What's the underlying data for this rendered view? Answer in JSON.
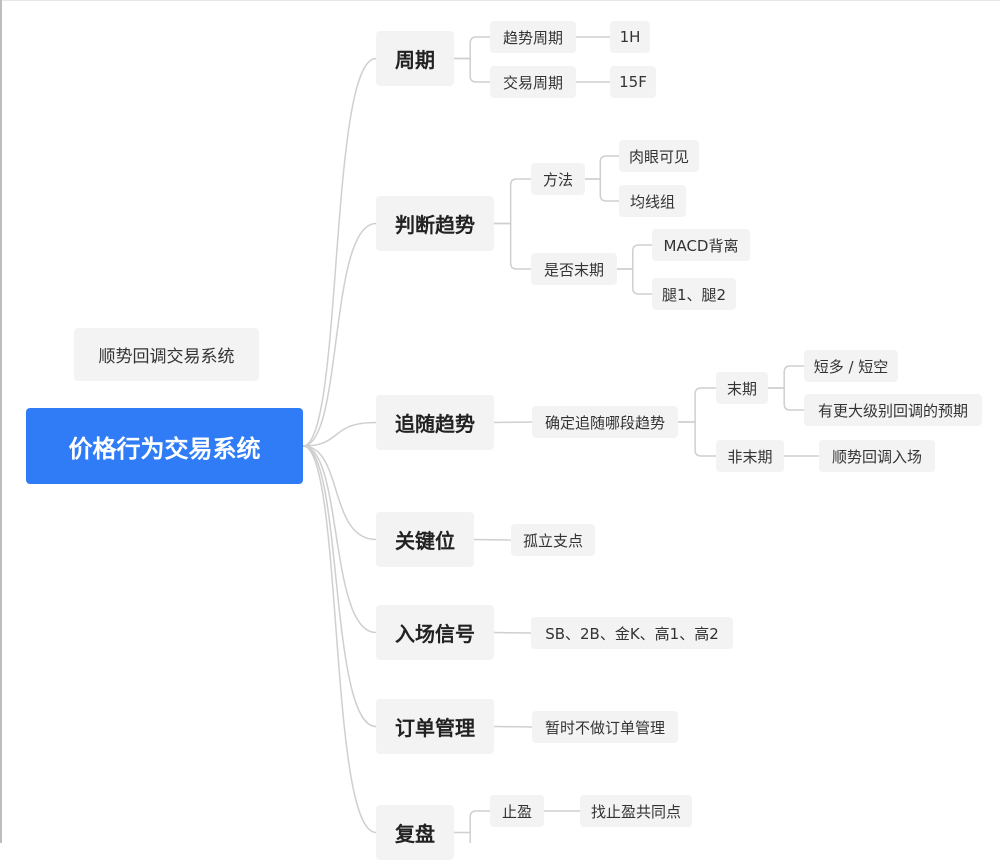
{
  "root": {
    "label": "价格行为交易系统",
    "color": "#2f7cf6"
  },
  "floating_title": "顺势回调交易系统",
  "branches": {
    "cycle": {
      "label": "周期",
      "trend_cycle": {
        "label": "趋势周期",
        "value": "1H"
      },
      "trade_cycle": {
        "label": "交易周期",
        "value": "15F"
      }
    },
    "judge_trend": {
      "label": "判断趋势",
      "method": {
        "label": "方法",
        "children": [
          "肉眼可见",
          "均线组"
        ]
      },
      "is_end": {
        "label": "是否末期",
        "children": [
          "MACD背离",
          "腿1、腿2"
        ]
      }
    },
    "follow_trend": {
      "label": "追随趋势",
      "confirm": {
        "label": "确定追随哪段趋势"
      },
      "end_phase": {
        "label": "末期",
        "children": [
          "短多 / 短空",
          "有更大级别回调的预期"
        ]
      },
      "non_end_phase": {
        "label": "非末期",
        "children": [
          "顺势回调入场"
        ]
      }
    },
    "key_level": {
      "label": "关键位",
      "child": "孤立支点"
    },
    "entry_signal": {
      "label": "入场信号",
      "child": "SB、2B、金K、高1、高2"
    },
    "order_mgmt": {
      "label": "订单管理",
      "child": "暂时不做订单管理"
    },
    "review": {
      "label": "复盘",
      "take_profit": {
        "label": "止盈",
        "child": "找止盈共同点"
      }
    }
  },
  "colors": {
    "line": "#cfcfcf",
    "node_bg": "#f3f3f3",
    "root_bg": "#2f7cf6"
  }
}
